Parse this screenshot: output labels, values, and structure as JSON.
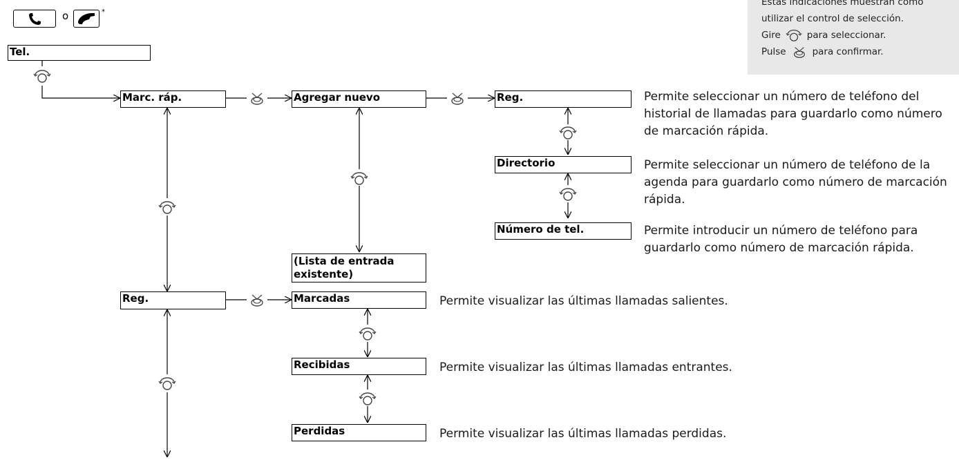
{
  "header": {
    "connector": "o",
    "asterisk": "*",
    "icons": [
      "phone-button-icon",
      "pickup-button-icon"
    ]
  },
  "legend": {
    "line1": "Estas indicaciones muestran cómo utilizar el control de selección.",
    "rotate_prefix": "Gire",
    "rotate_suffix": "para seleccionar.",
    "press_prefix": "Pulse",
    "press_suffix": "para confirmar.",
    "icons": [
      "rotate-knob-icon",
      "press-knob-icon"
    ]
  },
  "menu": {
    "tel": "Tel.",
    "marc_rap": "Marc. ráp.",
    "agregar_nuevo": "Agregar nuevo",
    "reg_sub": "Reg.",
    "directorio": "Directorio",
    "numero_tel": "Número de tel.",
    "lista_entrada": "(Lista de entrada existente)",
    "reg": "Reg.",
    "marcadas": "Marcadas",
    "recibidas": "Recibidas",
    "perdidas": "Perdidas"
  },
  "descriptions": {
    "reg_sub": "Permite seleccionar un número de teléfono del historial de llamadas para guardarlo como número de marcación rápida.",
    "directorio": "Permite seleccionar un número de teléfono de la agenda para guardarlo como número de marcación rápida.",
    "numero_tel": "Permite introducir un número de teléfono para guardarlo como número de marcación rápida.",
    "marcadas": "Permite visualizar las últimas llamadas salientes.",
    "recibidas": "Permite visualizar las últimas llamadas entrantes.",
    "perdidas": "Permite visualizar las últimas llamadas perdidas."
  }
}
